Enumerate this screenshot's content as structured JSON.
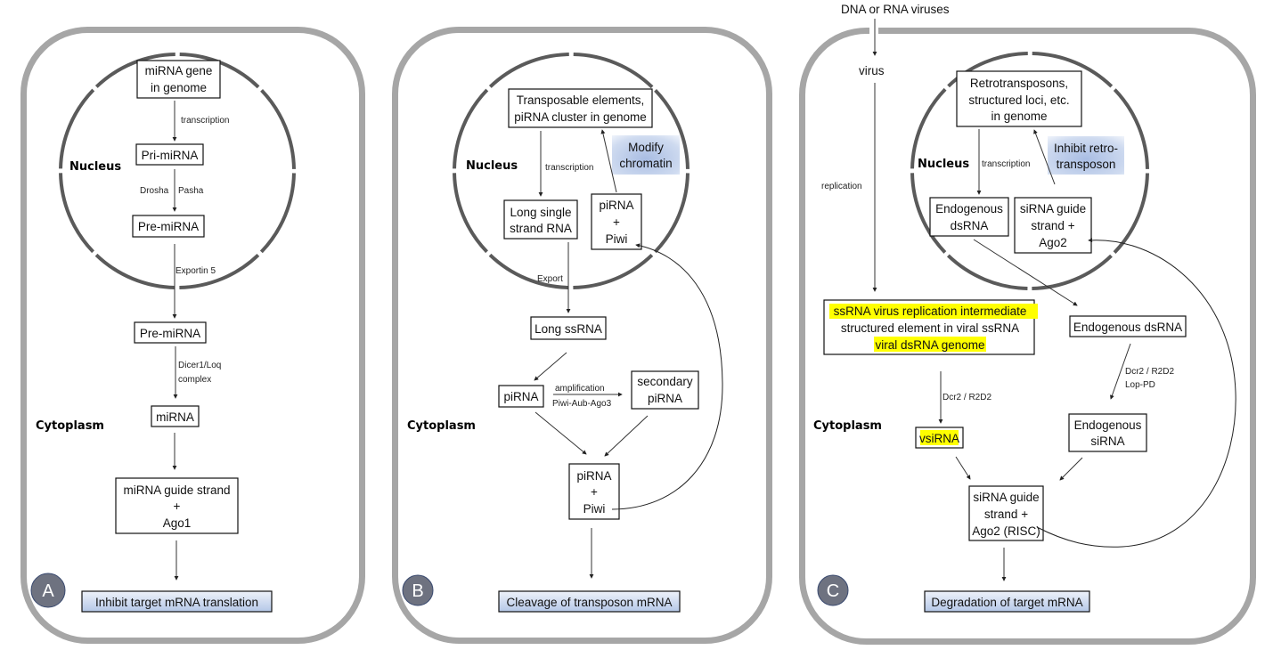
{
  "colors": {
    "panel_frame": "#a6a6a6",
    "nucleus": "#5a5a5a",
    "badge_fill": "#6e7280",
    "badge_stroke": "#3a4a70",
    "result_gradient_top": "#e9eef8",
    "result_gradient_bottom": "#b4c7e7",
    "action_gradient_center": "#b4c7e7",
    "highlight": "#ffff00"
  },
  "panels": {
    "A": {
      "badge": "A",
      "nucleus_label": "Nucleus",
      "cytoplasm_label": "Cytoplasm",
      "gene_box": [
        "miRNA gene",
        "in genome"
      ],
      "transcription_label": "transcription",
      "pri_mirna": "Pri-miRNA",
      "drosha_label": "Drosha",
      "pasha_label": "Pasha",
      "pre_mirna_nuclear": "Pre-miRNA",
      "exportin_label": "Exportin 5",
      "pre_mirna_cyto": "Pre-miRNA",
      "dicer_label": [
        "Dicer1/Loq",
        "complex"
      ],
      "mirna": "miRNA",
      "risc_box": [
        "miRNA guide strand",
        "+",
        "Ago1"
      ],
      "result": "Inhibit target mRNA translation"
    },
    "B": {
      "badge": "B",
      "nucleus_label": "Nucleus",
      "cytoplasm_label": "Cytoplasm",
      "genome_box": [
        "Transposable elements,",
        "piRNA cluster in genome"
      ],
      "transcription_label": "transcription",
      "action_box": [
        "Modify",
        "chromatin"
      ],
      "long_single_box": [
        "Long single",
        "strand RNA"
      ],
      "nuclear_complex": [
        "piRNA",
        "+",
        "Piwi"
      ],
      "export_label": "Export",
      "long_ssrna": "Long ssRNA",
      "pirna": "piRNA",
      "amplification_label": "amplification",
      "pingpong_label": "Piwi-Aub-Ago3",
      "secondary_box": [
        "secondary",
        "piRNA"
      ],
      "cyto_complex": [
        "piRNA",
        "+",
        "Piwi"
      ],
      "result": "Cleavage of transposon mRNA"
    },
    "C": {
      "badge": "C",
      "source_label": "DNA or RNA viruses",
      "virus_label": "virus",
      "replication_label": "replication",
      "nucleus_label": "Nucleus",
      "cytoplasm_label": "Cytoplasm",
      "genome_box": [
        "Retrotransposons,",
        "structured loci, etc.",
        "in genome"
      ],
      "transcription_label": "transcription",
      "action_box": [
        "Inhibit retro-",
        "transposon"
      ],
      "endo_dsrna_nuclear": [
        "Endogenous",
        "dsRNA"
      ],
      "nuclear_complex": [
        "siRNA guide",
        "strand +",
        "Ago2"
      ],
      "viral_box": [
        "ssRNA virus replication intermediate",
        "structured element in viral ssRNA",
        "viral dsRNA genome"
      ],
      "viral_box_highlighted_lines": [
        true,
        false,
        true
      ],
      "endo_dsrna_cyto": "Endogenous dsRNA",
      "viral_dicer_label": "Dcr2 / R2D2",
      "endo_dicer_label": [
        "Dcr2 / R2D2",
        "Lop-PD"
      ],
      "vsirna": "vsiRNA",
      "endo_sirna": [
        "Endogenous",
        "siRNA"
      ],
      "risc_box": [
        "siRNA guide",
        "strand +",
        "Ago2 (RISC)"
      ],
      "result": "Degradation of target mRNA"
    }
  }
}
